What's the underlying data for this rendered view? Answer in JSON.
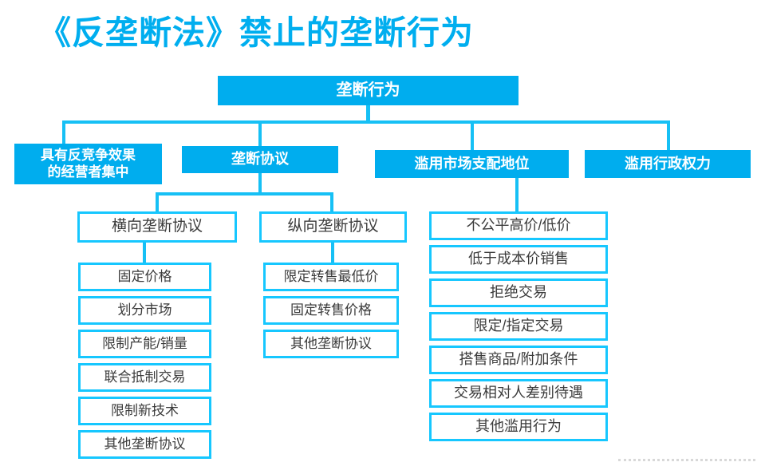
{
  "title": "《反垄断法》禁止的垄断行为",
  "colors": {
    "brand_blue": "#00ADEE",
    "title_blue": "#00AEEF",
    "outline_cyan": "#16C7FF",
    "connector": "#16C0F5",
    "text_dark": "#3b3b3b",
    "background": "#ffffff",
    "dotted_rule": "#d8d8d8"
  },
  "root": {
    "label": "垄断行为"
  },
  "level2": [
    {
      "label_line1": "具有反竞争效果",
      "label_line2": "的经营者集中"
    },
    {
      "label": "垄断协议"
    },
    {
      "label": "滥用市场支配地位"
    },
    {
      "label": "滥用行政权力"
    }
  ],
  "level3": [
    {
      "label": "横向垄断协议"
    },
    {
      "label": "纵向垄断协议"
    }
  ],
  "horizontal_agreement_items": [
    "固定价格",
    "划分市场",
    "限制产能/销量",
    "联合抵制交易",
    "限制新技术",
    "其他垄断协议"
  ],
  "vertical_agreement_items": [
    "限定转售最低价",
    "固定转售价格",
    "其他垄断协议"
  ],
  "dominance_abuse_items": [
    "不公平高价/低价",
    "低于成本价销售",
    "拒绝交易",
    "限定/指定交易",
    "搭售商品/附加条件",
    "交易相对人差别待遇",
    "其他滥用行为"
  ]
}
